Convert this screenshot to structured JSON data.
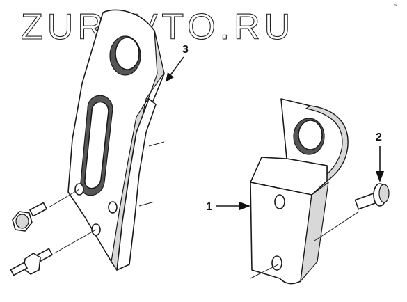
{
  "watermark": {
    "text": "ZURAVTO.RU"
  },
  "corner_mark": "~",
  "callouts": [
    {
      "id": "1",
      "label": "1"
    },
    {
      "id": "2",
      "label": "2"
    },
    {
      "id": "3",
      "label": "3"
    }
  ],
  "colors": {
    "line": "#1a1a1a",
    "shade": "#d8d8d8",
    "background": "#ffffff"
  }
}
